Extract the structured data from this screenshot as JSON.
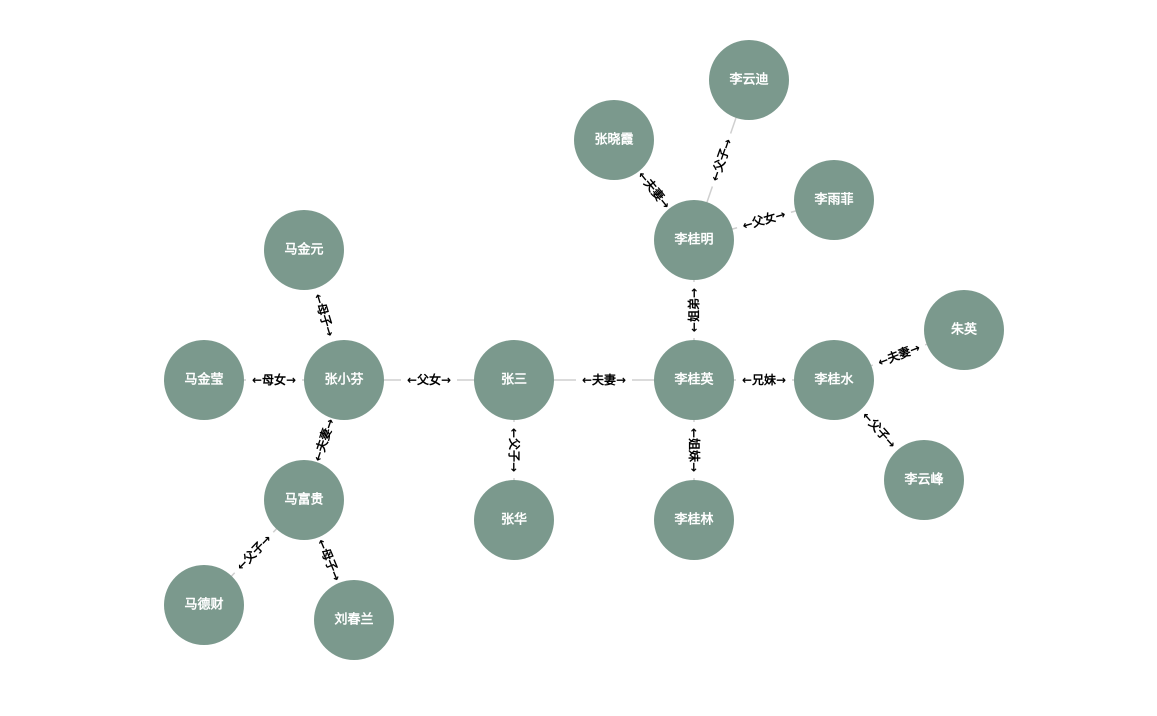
{
  "colors": {
    "node": "#7b998d",
    "edge": "#cfcfcf",
    "node_text": "#ffffff",
    "edge_text": "#000000"
  },
  "nodes": [
    {
      "id": "zhangsan",
      "label": "张三"
    },
    {
      "id": "zhangxiaofen",
      "label": "张小芬"
    },
    {
      "id": "majinyuan",
      "label": "马金元"
    },
    {
      "id": "majinying",
      "label": "马金莹"
    },
    {
      "id": "mafugui",
      "label": "马富贵"
    },
    {
      "id": "madecai",
      "label": "马德财"
    },
    {
      "id": "liuchunlan",
      "label": "刘春兰"
    },
    {
      "id": "zhanghua",
      "label": "张华"
    },
    {
      "id": "liguiying",
      "label": "李桂英"
    },
    {
      "id": "liguiming",
      "label": "李桂明"
    },
    {
      "id": "zhangxiaoxia",
      "label": "张晓霞"
    },
    {
      "id": "liyundi",
      "label": "李云迪"
    },
    {
      "id": "liyufei",
      "label": "李雨菲"
    },
    {
      "id": "liguishui",
      "label": "李桂水"
    },
    {
      "id": "zhuying",
      "label": "朱英"
    },
    {
      "id": "liyunfeng",
      "label": "李云峰"
    },
    {
      "id": "liguilin",
      "label": "李桂林"
    }
  ],
  "edges": [
    {
      "source": "zhangsan",
      "target": "zhangxiaofen",
      "label": "←父女→"
    },
    {
      "source": "zhangsan",
      "target": "liguiying",
      "label": "←夫妻→"
    },
    {
      "source": "zhangsan",
      "target": "zhanghua",
      "label": "←父子→"
    },
    {
      "source": "zhangxiaofen",
      "target": "majinyuan",
      "label": "←母子→"
    },
    {
      "source": "zhangxiaofen",
      "target": "majinying",
      "label": "←母女→"
    },
    {
      "source": "zhangxiaofen",
      "target": "mafugui",
      "label": "←夫妻→"
    },
    {
      "source": "mafugui",
      "target": "madecai",
      "label": "←父子→"
    },
    {
      "source": "mafugui",
      "target": "liuchunlan",
      "label": "←母子→"
    },
    {
      "source": "liguiying",
      "target": "liguiming",
      "label": "←姐弟→"
    },
    {
      "source": "liguiying",
      "target": "liguishui",
      "label": "←兄妹→"
    },
    {
      "source": "liguiying",
      "target": "liguilin",
      "label": "←姐妹→"
    },
    {
      "source": "liguiming",
      "target": "zhangxiaoxia",
      "label": "←夫妻→"
    },
    {
      "source": "liguiming",
      "target": "liyundi",
      "label": "←父子→"
    },
    {
      "source": "liguiming",
      "target": "liyufei",
      "label": "←父女→"
    },
    {
      "source": "liguishui",
      "target": "zhuying",
      "label": "←夫妻→"
    },
    {
      "source": "liguishui",
      "target": "liyunfeng",
      "label": "←父子→"
    }
  ]
}
